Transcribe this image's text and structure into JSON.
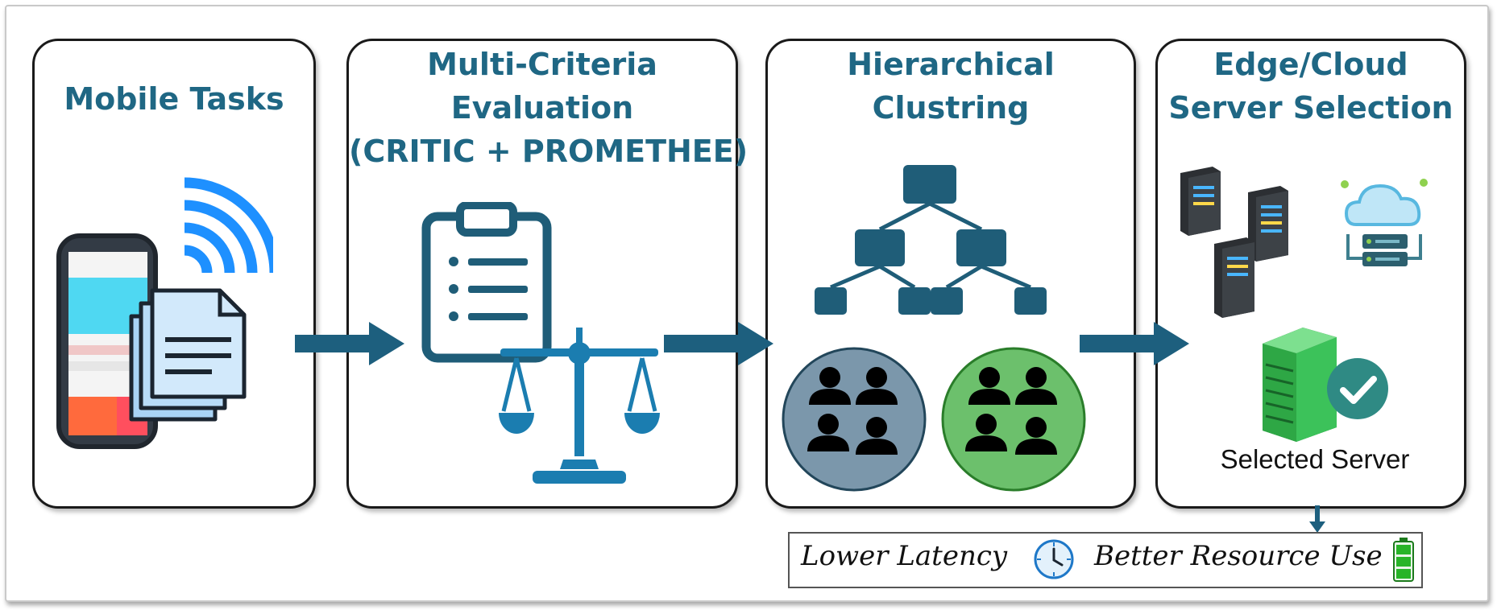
{
  "panels": {
    "mobile": {
      "title_lines": [
        "Mobile Tasks"
      ]
    },
    "evaluation": {
      "title_lines": [
        "Multi-Criteria",
        "Evaluation",
        "(CRITIC + PROMETHEE)"
      ]
    },
    "clustering": {
      "title_lines": [
        "Hierarchical",
        "Clustring"
      ]
    },
    "selection": {
      "title_lines": [
        "Edge/Cloud",
        "Server Selection"
      ],
      "selected_label": "Selected Server"
    }
  },
  "outcomes": {
    "latency": "Lower Latency",
    "resource": "Better Resource Use"
  },
  "icons": {
    "mobile": [
      "wifi-icon",
      "smartphone-icon",
      "documents-icon"
    ],
    "evaluation": [
      "clipboard-icon",
      "balance-scale-icon"
    ],
    "clustering": [
      "hierarchy-tree-icon",
      "people-cluster-icon"
    ],
    "selection": [
      "server-rack-icon",
      "cloud-server-icon",
      "selected-server-icon",
      "checkmark-icon"
    ],
    "outcomes": [
      "clock-icon",
      "battery-icon"
    ]
  },
  "colors": {
    "title": "#1f6784",
    "arrow": "#1d5f7e",
    "tree": "#1f5d78",
    "scale": "#1b7db0",
    "cluster_blue": "#7b97ab",
    "cluster_green": "#6cc06c",
    "server_green": "#2ea745",
    "check": "#2f8a84"
  }
}
